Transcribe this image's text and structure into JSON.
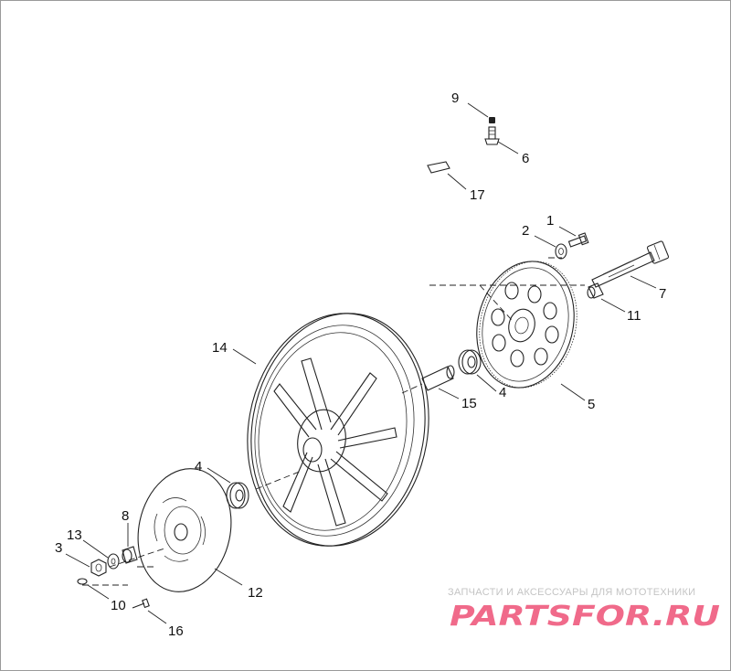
{
  "diagram": {
    "callouts": [
      "9",
      "6",
      "17",
      "1",
      "2",
      "7",
      "11",
      "14",
      "4",
      "5",
      "15",
      "4",
      "8",
      "13",
      "3",
      "12",
      "10",
      "16"
    ]
  },
  "watermark": {
    "tagline": "ЗАПЧАСТИ И АКСЕССУАРЫ ДЛЯ МОТОТЕХНИКИ",
    "logo": "PARTSFOR.RU",
    "colors": {
      "tagline": "#c4c4c4",
      "logo": "#f06a8a"
    }
  }
}
